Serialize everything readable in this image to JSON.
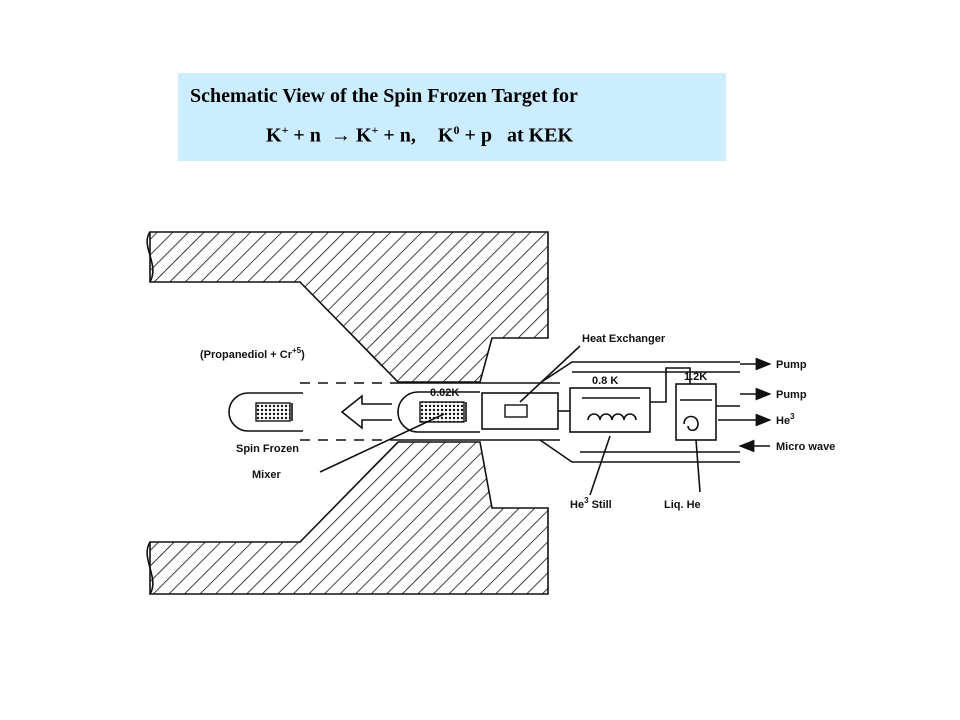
{
  "title": {
    "line1": "Schematic View of the Spin Frozen Target for",
    "line2": {
      "k1": "K",
      "plus_sup": "+",
      "part_a": " + n  → ",
      "k2": "K",
      "plus_sup2": "+",
      "part_b": " + n,",
      "k3": "K",
      "zero_sup": "0",
      "part_c": " + p   at KEK"
    }
  },
  "labels": {
    "propanediol": "(Propanediol + Cr",
    "cr_sup": "+5",
    "propanediol_close": ")",
    "spin_frozen": "Spin  Frozen",
    "mixer": "Mixer",
    "temp_002": "0.02K",
    "heat_exchanger": "Heat  Exchanger",
    "temp_08": "0.8 K",
    "temp_12": "1.2K",
    "pump1": "Pump",
    "pump2": "Pump",
    "he3": "He",
    "he3_sup": "3",
    "microwave": "Micro  wave",
    "he3_still": "He",
    "he3_still_sup": "3",
    "still": " Still",
    "liq_he": "Liq. He"
  },
  "colors": {
    "title_bg": "#ccecff",
    "line": "#111111"
  }
}
